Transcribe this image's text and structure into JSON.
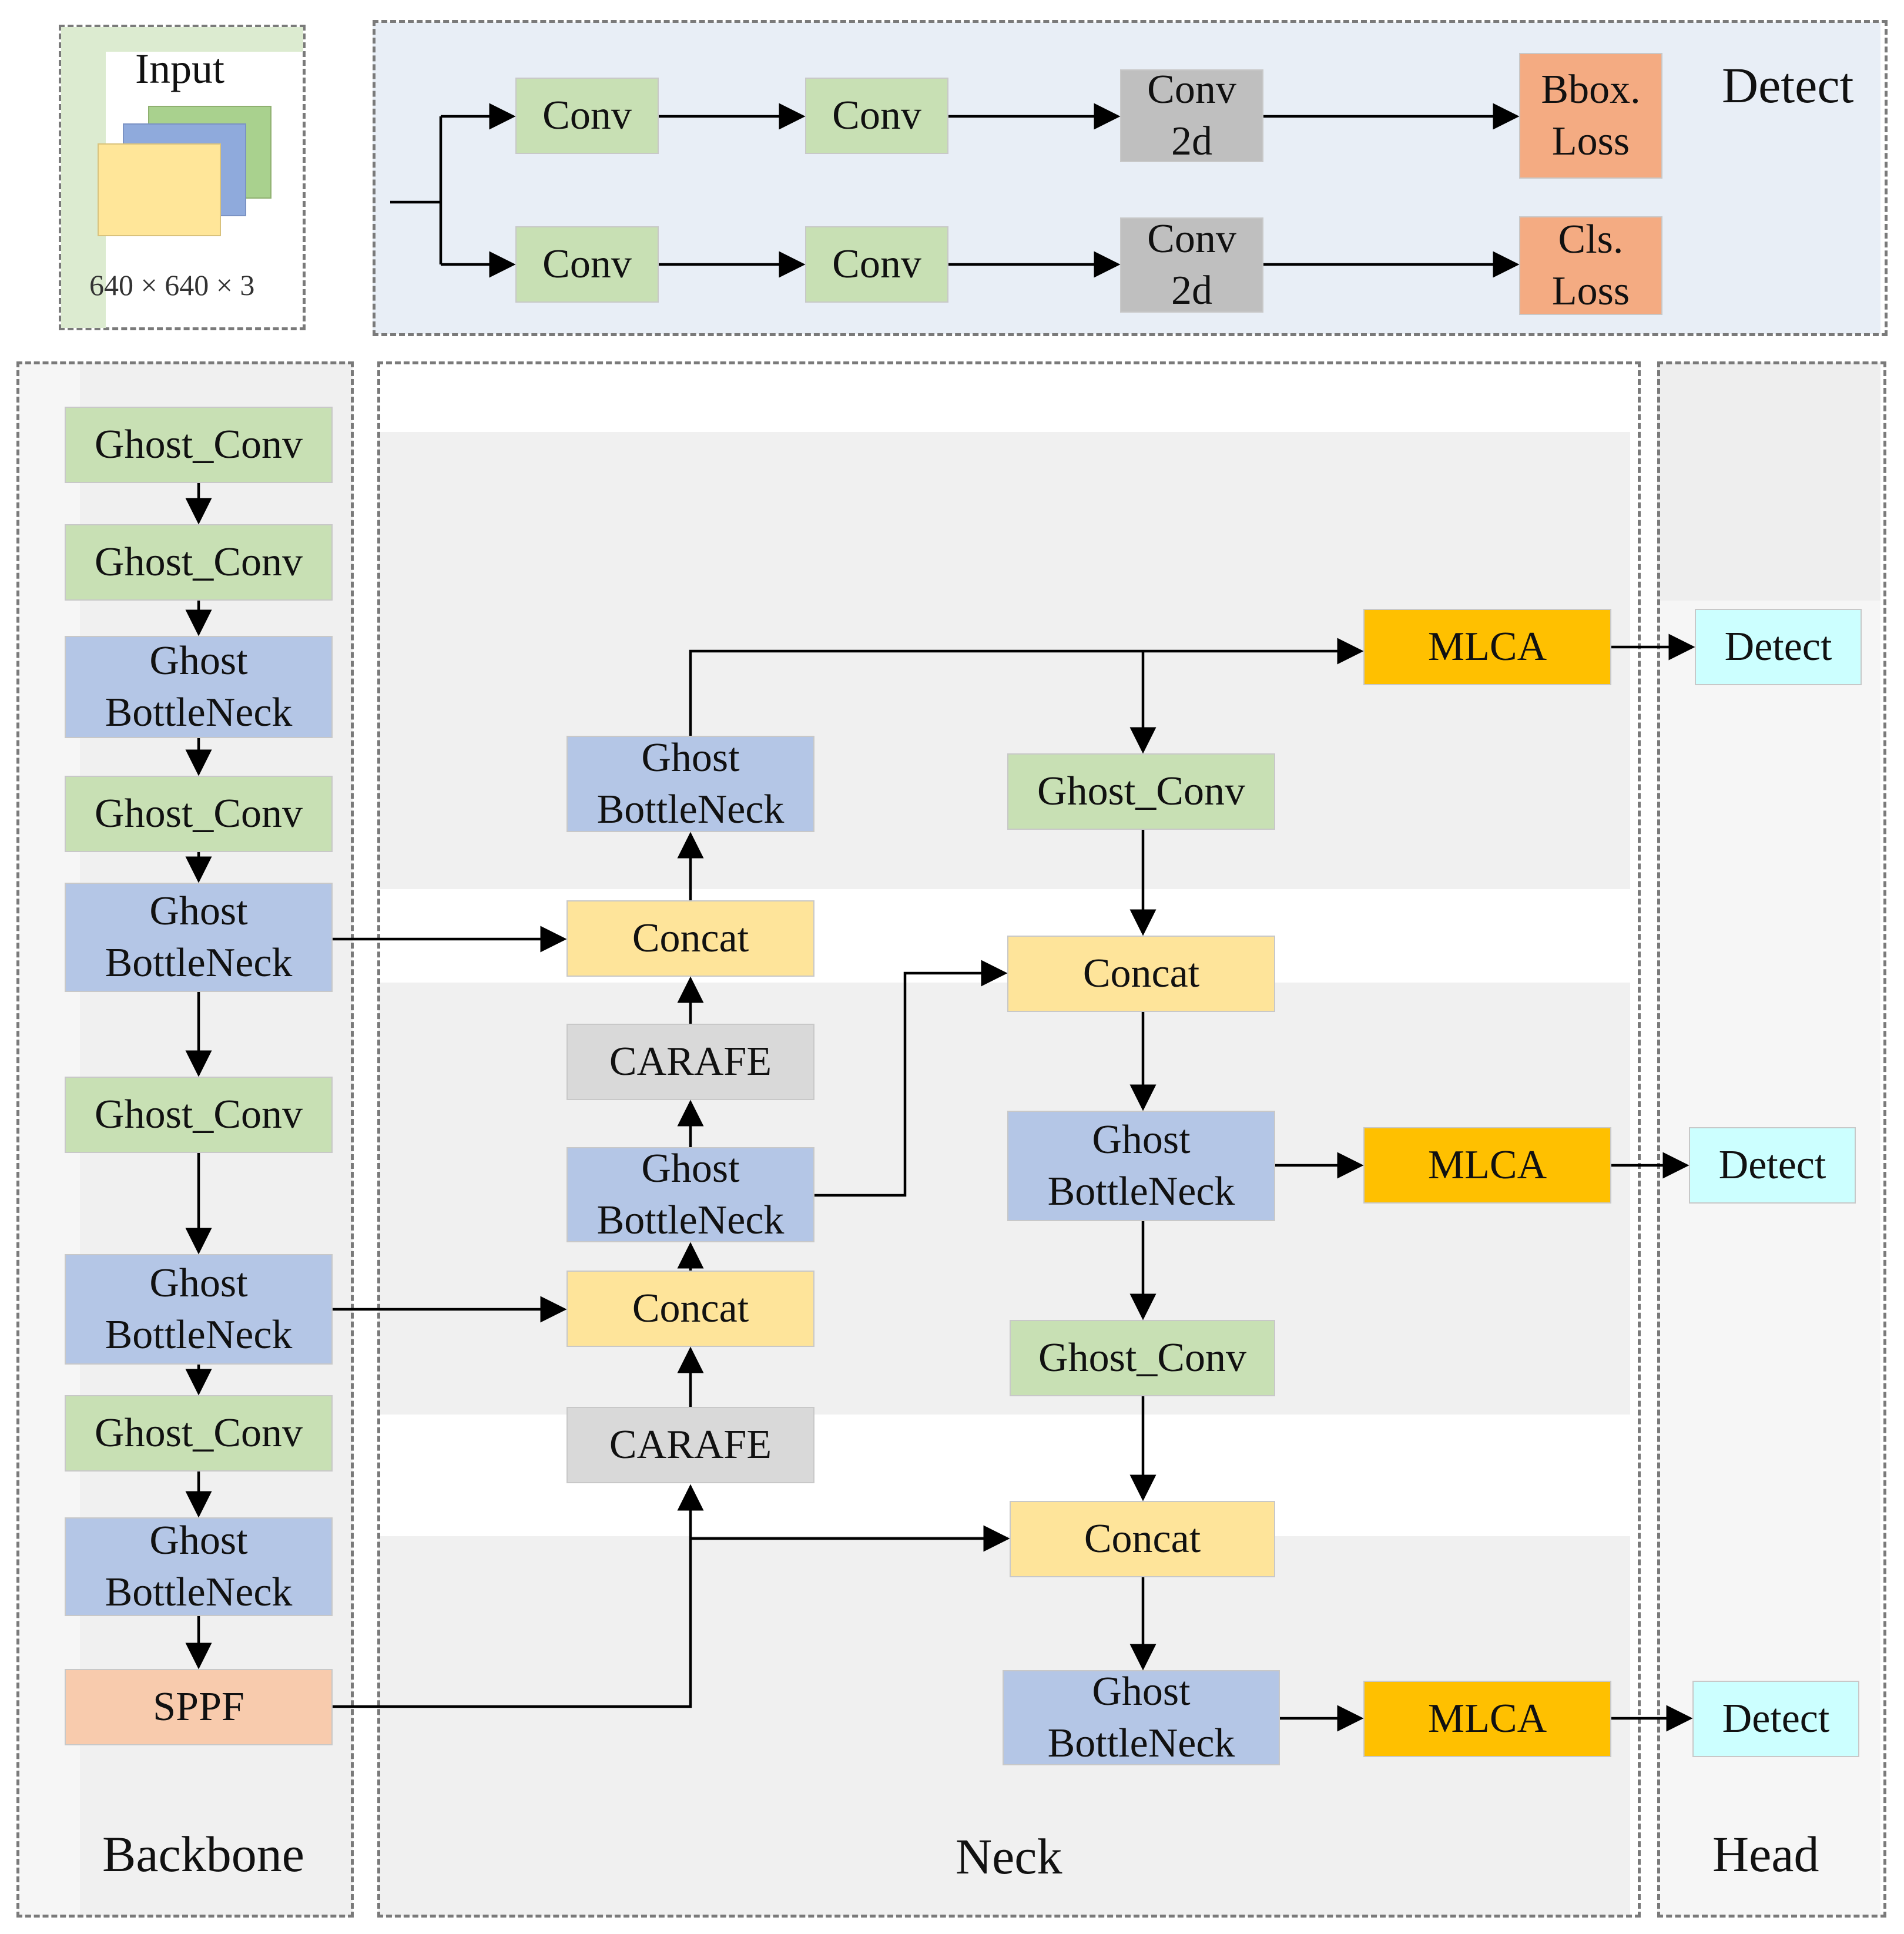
{
  "input": {
    "title": "Input",
    "size": "640 × 640 × 3"
  },
  "detect_panel": {
    "title": "Detect",
    "row1": {
      "conv1": "Conv",
      "conv2": "Conv",
      "conv2d": [
        "Conv",
        "2d"
      ],
      "loss": [
        "Bbox.",
        "Loss"
      ]
    },
    "row2": {
      "conv1": "Conv",
      "conv2": "Conv",
      "conv2d": [
        "Conv",
        "2d"
      ],
      "loss": [
        "Cls.",
        "Loss"
      ]
    }
  },
  "backbone": {
    "title": "Backbone",
    "blocks": [
      [
        "Ghost_Conv"
      ],
      [
        "Ghost_Conv"
      ],
      [
        "Ghost",
        "BottleNeck"
      ],
      [
        "Ghost_Conv"
      ],
      [
        "Ghost",
        "BottleNeck"
      ],
      [
        "Ghost_Conv"
      ],
      [
        "Ghost",
        "BottleNeck"
      ],
      [
        "Ghost_Conv"
      ],
      [
        "Ghost",
        "BottleNeck"
      ],
      [
        "SPPF"
      ]
    ]
  },
  "neck": {
    "title": "Neck",
    "up": {
      "ghost_bottleneck_top": [
        "Ghost",
        "BottleNeck"
      ],
      "concat_top": "Concat",
      "carafe_top": "CARAFE",
      "ghost_bottleneck_mid": [
        "Ghost",
        "BottleNeck"
      ],
      "concat_mid": "Concat",
      "carafe_bottom": "CARAFE"
    },
    "down": {
      "mlca_1": "MLCA",
      "ghost_conv_1": "Ghost_Conv",
      "concat_1": "Concat",
      "ghost_bottleneck_1": [
        "Ghost",
        "BottleNeck"
      ],
      "mlca_2": "MLCA",
      "ghost_conv_2": "Ghost_Conv",
      "concat_2": "Concat",
      "ghost_bottleneck_2": [
        "Ghost",
        "BottleNeck"
      ],
      "mlca_3": "MLCA"
    }
  },
  "head": {
    "title": "Head",
    "detect": [
      "Detect",
      "Detect",
      "Detect"
    ]
  },
  "colors": {
    "conv_green": "#c8e0b4",
    "bottleneck_blue": "#b4c6e6",
    "concat_yellow": "#fee49a",
    "carafe_gray": "#d9d9d9",
    "conv2d_gray": "#bfbfbf",
    "loss_orange": "#f4ab82",
    "sppf_peach": "#f8cbad",
    "mlca_orange": "#ffc000",
    "detect_cyan": "#ccffff",
    "detect_panel_bg": "#e8eef6"
  }
}
